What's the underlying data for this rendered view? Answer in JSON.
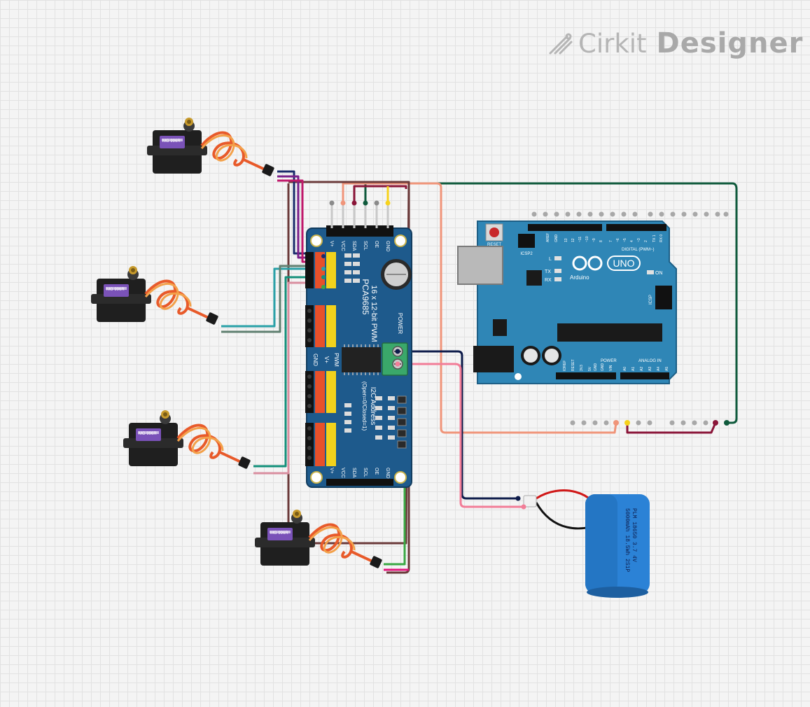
{
  "logo": {
    "brand": "Cirkit",
    "product": "Designer"
  },
  "servo_label": "MG 996R",
  "pwm_board": {
    "title": "16 x 12-bit PWM",
    "chip": "PCA9685",
    "i2c": "I2C Address",
    "open": "(Open=0/Closed=1)",
    "power": "POWER",
    "pin_top": [
      "GND",
      "OE",
      "SCL",
      "SDA",
      "VCC",
      "V+"
    ],
    "pin_bottom": [
      "V+",
      "VCC",
      "SDA",
      "SCL",
      "OE",
      "GND"
    ],
    "side_gnd": "GND",
    "side_vplus": "V+",
    "side_pwm": "PWM"
  },
  "arduino": {
    "reset": "RESET",
    "icsp2": "ICSP2",
    "icsp": "ICSP",
    "aref": "AREF",
    "gnd": "GND",
    "digital": "DIGITAL (PWM~)",
    "led_l": "L",
    "led_tx": "TX",
    "led_rx": "RX",
    "on": "ON",
    "brand": "Arduino",
    "model": "UNO",
    "power_hdr": "POWER",
    "analog_hdr": "ANALOG IN",
    "power_pins": [
      "IOREF",
      "RESET",
      "3V3",
      "5V",
      "GND",
      "GND",
      "VIN"
    ],
    "analog_pins": [
      "A0",
      "A1",
      "A2",
      "A3",
      "A4",
      "A5"
    ],
    "digital_pins": [
      "13",
      "12",
      "~11",
      "~10",
      "~9",
      "8",
      "7",
      "~6",
      "~5",
      "4",
      "~3",
      "2",
      "TX 1",
      "RX 0"
    ]
  },
  "battery": {
    "line1": "PLM 18650 3.7 4V",
    "line2": "5000mAh 18.5Wh 2S1P"
  },
  "colors": {
    "board_blue": "#1e5a8c",
    "arduino_teal": "#2f86b6",
    "wire_dark_green": "#0f5a3c",
    "wire_salmon": "#f0957a",
    "wire_maroon": "#8a1538",
    "wire_navy": "#0d1b4a",
    "wire_pink": "#f27d97",
    "wire_brown": "#6b3a3a",
    "wire_yellow": "#f6d21c",
    "battery_blue": "#2b82d6"
  }
}
